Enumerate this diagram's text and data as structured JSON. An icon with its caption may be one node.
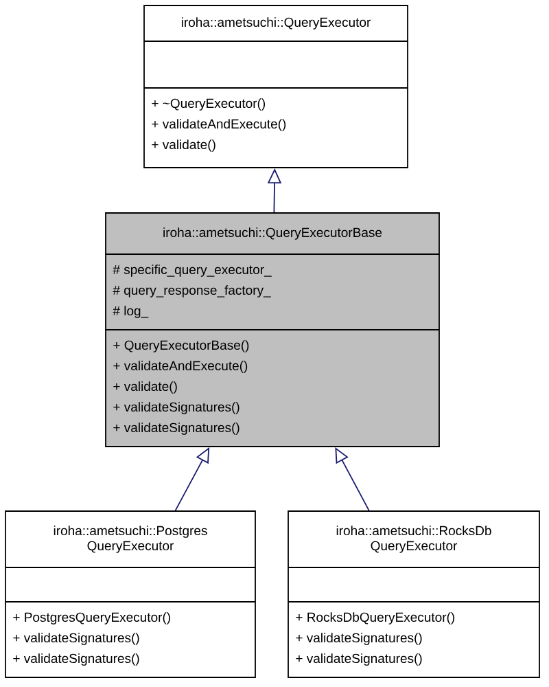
{
  "diagram": {
    "nodes": [
      {
        "text": [
          "iroha::ametsuchi::QueryExecutor",
          "+ ~QueryExecutor()",
          "+ validateAndExecute()",
          "+ validate()"
        ]
      },
      {
        "text": [
          "iroha::ametsuchi::QueryExecutorBase",
          "# specific_query_executor_",
          "# query_response_factory_",
          "# log_",
          "+ QueryExecutorBase()",
          "+ validateAndExecute()",
          "+ validate()",
          "+ validateSignatures()",
          "+ validateSignatures()"
        ]
      },
      {
        "text": [
          "iroha::ametsuchi::Postgres QueryExecutor",
          "+ PostgresQueryExecutor()",
          "+ validateSignatures()",
          "+ validateSignatures()"
        ]
      },
      {
        "text": [
          "iroha::ametsuchi::RocksDb QueryExecutor",
          "+ RocksDbQueryExecutor()",
          "+ validateSignatures()",
          "+ validateSignatures()"
        ]
      }
    ],
    "edges": [
      {
        "from": 1,
        "to": 0,
        "arrow": "to"
      },
      {
        "from": 2,
        "to": 1,
        "arrow": "to"
      },
      {
        "from": 3,
        "to": 1,
        "arrow": "to"
      }
    ]
  }
}
